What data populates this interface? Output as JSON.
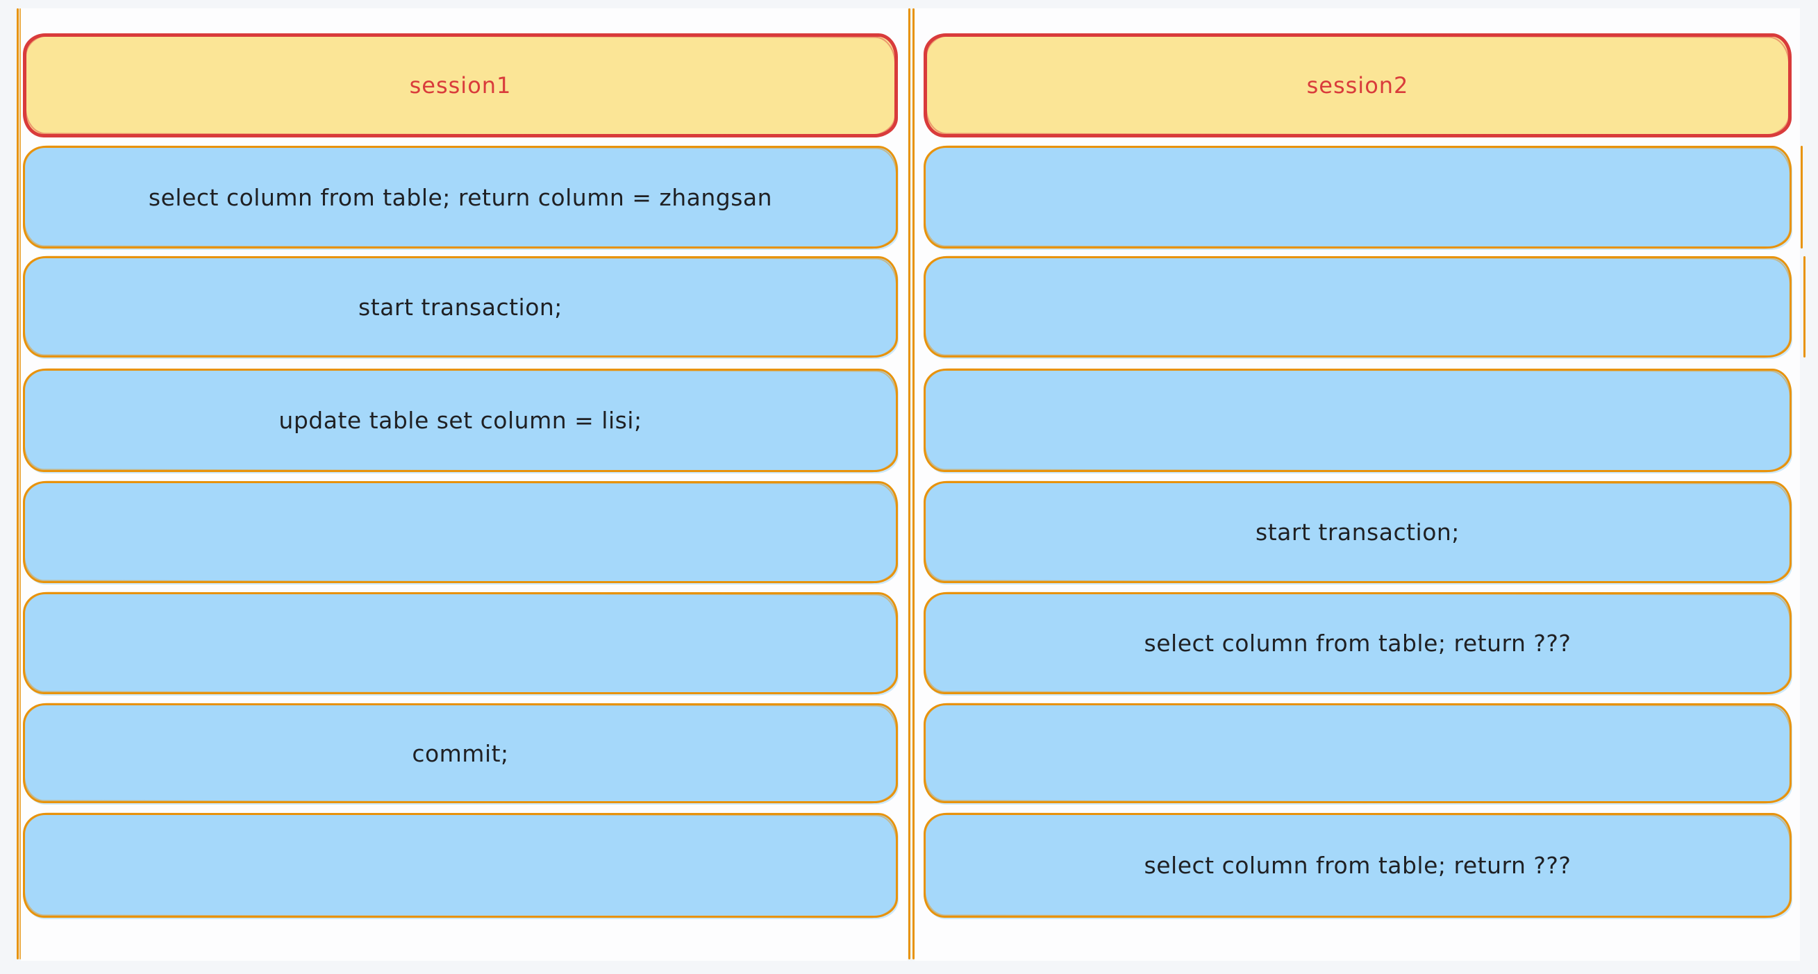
{
  "diagram": {
    "type": "swimlane-sequence",
    "background_color": "#f4f6f9",
    "lane_fill_color": "#fdfdfe",
    "colors": {
      "header_fill": "#fbe596",
      "header_stroke": "#d93b3b",
      "header_text": "#d93b3b",
      "cell_fill": "#a5d8fa",
      "cell_stroke": "#e8930c",
      "cell_text": "#1f2023",
      "lane_border_line": "#e8930c"
    },
    "lanes": [
      {
        "title": "session1",
        "rows": [
          "select column from table; return column = zhangsan",
          "start transaction;",
          "update table set column = lisi;",
          "",
          "",
          "commit;",
          ""
        ]
      },
      {
        "title": "session2",
        "rows": [
          "",
          "",
          "",
          "start transaction;",
          "select column from table; return ???",
          "",
          "select column from table; return ???"
        ]
      }
    ]
  }
}
